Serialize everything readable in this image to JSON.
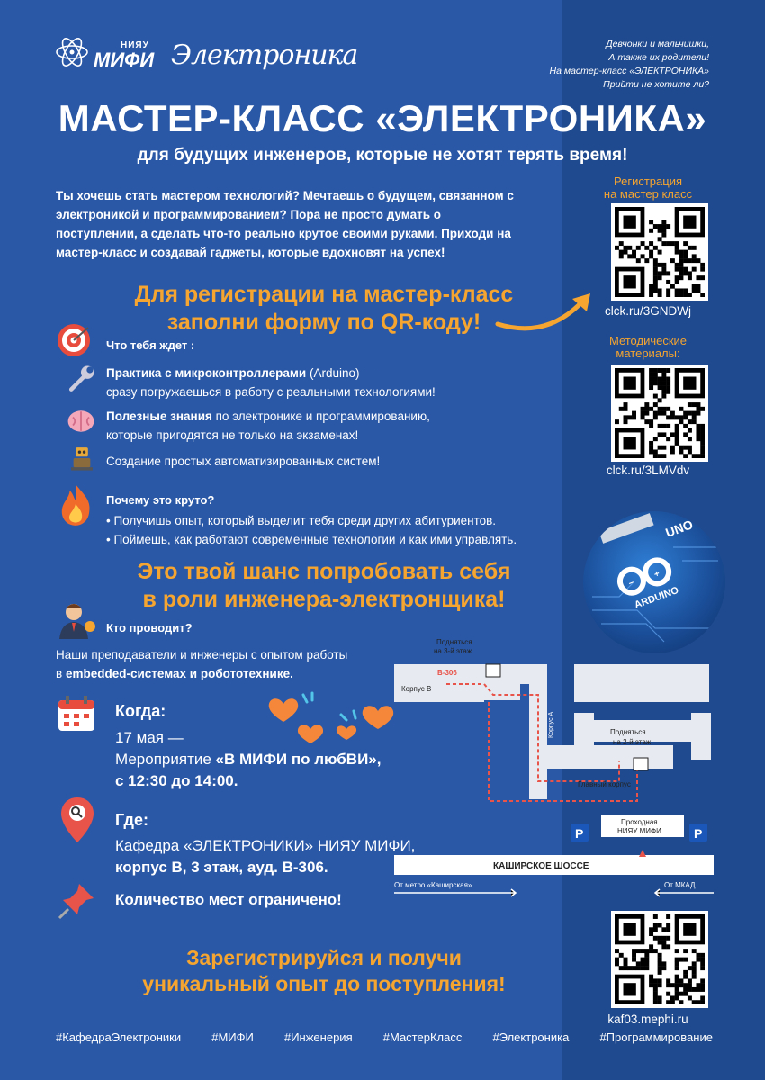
{
  "header": {
    "logo_small": "НИЯУ",
    "logo_big": "МИФИ",
    "logo_script": "Электроника",
    "tagline": [
      "Девчонки и мальчишки,",
      "А также их родители!",
      "На мастер-класс «ЭЛЕКТРОНИКА»",
      "Прийти не хотите ли?"
    ]
  },
  "title": "МАСТЕР-КЛАСС «ЭЛЕКТРОНИКА»",
  "subtitle": "для будущих инженеров, которые не хотят терять время!",
  "intro": "Ты хочешь стать мастером технологий? Мечтаешь о будущем, связанном с электроникой и программированием? Пора не просто думать о поступлении, а сделать что-то реально крутое своими руками. Приходи на мастер-класс и создавай гаджеты, которые вдохновят на успех!",
  "cta_register": [
    "Для регистрации на мастер-класс",
    "заполни форму по QR-коду!"
  ],
  "qr_codes": [
    {
      "label": [
        "Регистрация",
        "на мастер класс"
      ],
      "link": "clck.ru/3GNDWj"
    },
    {
      "label": [
        "Методические",
        "материалы:"
      ],
      "link": "clck.ru/3LMVdv"
    },
    {
      "label": [],
      "link": "kaf03.mephi.ru"
    }
  ],
  "expect": {
    "heading": "Что тебя ждет :",
    "items": [
      {
        "bold": "Практика с микроконтроллерами",
        "rest": " (Arduino) —",
        "line2": "сразу погружаешься в работу с реальными технологиями!"
      },
      {
        "bold": "Полезные знания",
        "rest": " по электронике и программированию,",
        "line2": "которые пригодятся не только на экзаменах!"
      },
      {
        "bold": "",
        "rest": "Создание простых автоматизированных систем!",
        "line2": ""
      }
    ]
  },
  "why": {
    "heading": "Почему это круто?",
    "items": [
      "• Получишь опыт, который выделит тебя среди других абитуриентов.",
      "• Поймешь, как работают современные технологии и как ими управлять."
    ]
  },
  "cta_chance": [
    "Это твой шанс попробовать себя",
    "в роли инженера-электронщика!"
  ],
  "who": {
    "heading": "Кто проводит?",
    "line1": "Наши преподаватели и инженеры с опытом работы",
    "line2_prefix": "в ",
    "line2_bold": "embedded-системах и робототехнике."
  },
  "when": {
    "heading": "Когда:",
    "date": "17 мая —",
    "event_prefix": "Мероприятие ",
    "event_bold": "«В МИФИ по любВИ»,",
    "time": "с 12:30 до 14:00."
  },
  "where": {
    "heading": "Где:",
    "line1": "Кафедра «ЭЛЕКТРОНИКИ» НИЯУ МИФИ,",
    "line2": "корпус В, 3 этаж, ауд. В-306."
  },
  "limited": "Количество мест ограничено!",
  "map": {
    "up3": [
      "Подняться",
      "на 3-й этаж"
    ],
    "room": "В-306",
    "korpus_v": "Корпус В",
    "korpus_a": "Корпус А",
    "up2": [
      "Подняться",
      "на 2-й этаж"
    ],
    "main": "Главный корпус",
    "checkpoint": [
      "Проходная",
      "НИЯУ МИФИ"
    ],
    "highway": "КАШИРСКОЕ ШОССЕ",
    "from_metro": "От метро «Каширская»",
    "from_mkad": "От МКАД",
    "parking": "P"
  },
  "cta_final": [
    "Зарегистрируйся и получи",
    "уникальный опыт до поступления!"
  ],
  "hashtags": [
    "#КафедраЭлектроники",
    "#МИФИ",
    "#Инженерия",
    "#МастерКласс",
    "#Электроника",
    "#Программирование"
  ],
  "arduino_label": "ARDUINO",
  "arduino_uno": "UNO",
  "colors": {
    "background": "#2a58a7",
    "right_column": "#1f4a8f",
    "accent": "#f5a530"
  }
}
